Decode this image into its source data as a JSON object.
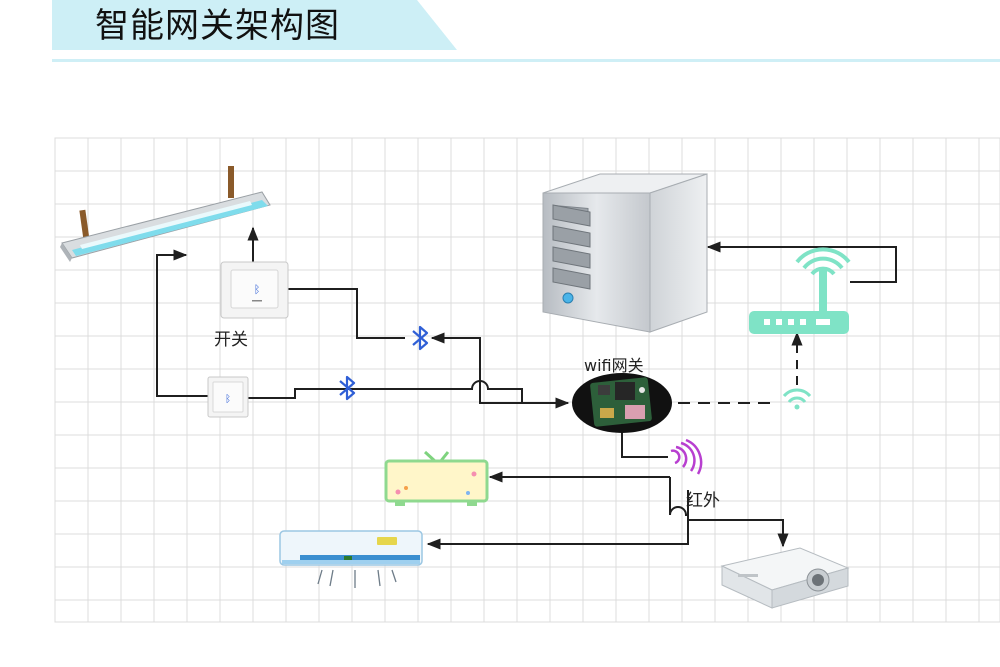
{
  "title": "智能网关架构图",
  "labels": {
    "switch": "开关",
    "gateway": "wifi网关",
    "infrared": "红外"
  },
  "colors": {
    "banner": "#cdeff6",
    "router": "#7fe3c6",
    "bluetooth": "#2f5fd6",
    "infrared": "#b83fd0",
    "line": "#1f1f1f"
  }
}
